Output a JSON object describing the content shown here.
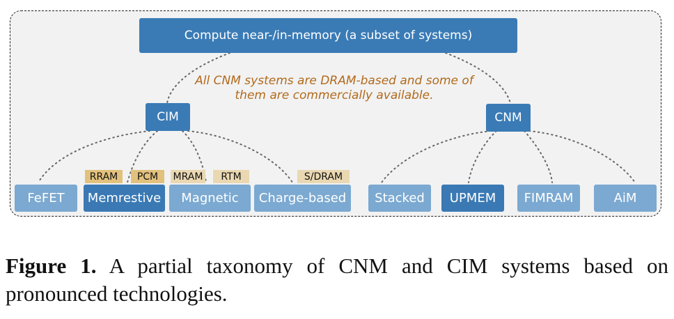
{
  "diagram": {
    "root": {
      "label": "Compute near-/in-memory (a subset of systems)"
    },
    "note": "All CNM systems are DRAM-based and some of them are commercially available.",
    "branches": [
      {
        "label": "CIM",
        "children": [
          {
            "label": "FeFET",
            "style": "light",
            "tags": []
          },
          {
            "label": "Memrestive",
            "style": "dark",
            "tags": [
              {
                "label": "RRAM",
                "style": "strong"
              },
              {
                "label": "PCM",
                "style": "strong"
              }
            ]
          },
          {
            "label": "Magnetic",
            "style": "light",
            "tags": [
              {
                "label": "MRAM",
                "style": "weak"
              },
              {
                "label": "RTM",
                "style": "weak"
              }
            ]
          },
          {
            "label": "Charge-based",
            "style": "light",
            "tags": [
              {
                "label": "S/DRAM",
                "style": "weak"
              }
            ]
          }
        ]
      },
      {
        "label": "CNM",
        "children": [
          {
            "label": "Stacked",
            "style": "light",
            "tags": []
          },
          {
            "label": "UPMEM",
            "style": "dark",
            "tags": []
          },
          {
            "label": "FIMRAM",
            "style": "light",
            "tags": []
          },
          {
            "label": "AiM",
            "style": "light",
            "tags": []
          }
        ]
      }
    ],
    "colors": {
      "primary": "#3a7bb6",
      "leaf_light": "#7ba9d1",
      "tag_strong": "#e2c17d",
      "tag_weak": "#ead8b2",
      "note_text": "#b26a1c"
    }
  },
  "caption": {
    "label": "Figure 1.",
    "text": " A partial taxonomy of CNM and CIM systems based on pronounced technologies."
  }
}
